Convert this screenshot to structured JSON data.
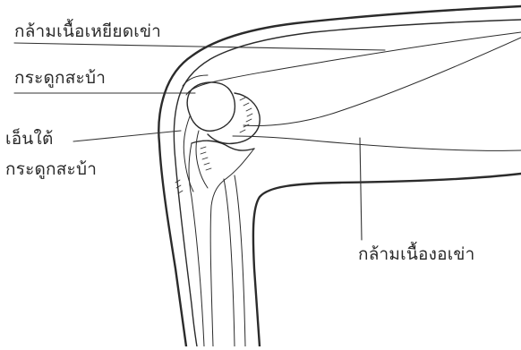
{
  "figure": {
    "labels": {
      "quadriceps": "กล้ามเนื้อเหยียดเข่า",
      "patella": "กระดูกสะบ้า",
      "patellar_tendon_line1": "เอ็นใต้",
      "patellar_tendon_line2": "กระดูกสะบ้า",
      "hamstring": "กล้ามเนื้องอเข่า"
    },
    "colors": {
      "ink": "#2b2b2b",
      "background": "#ffffff"
    }
  }
}
